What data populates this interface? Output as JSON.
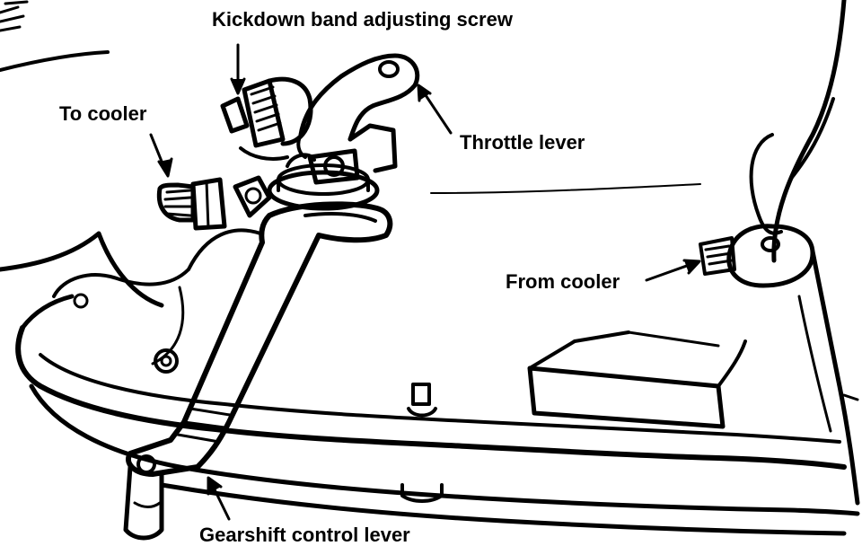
{
  "labels": {
    "kickdown": "Kickdown band adjusting screw",
    "to_cooler": "To cooler",
    "throttle": "Throttle lever",
    "from_cooler": "From cooler",
    "gearshift": "Gearshift control lever"
  },
  "colors": {
    "ink": "#000000",
    "paper": "#ffffff"
  }
}
